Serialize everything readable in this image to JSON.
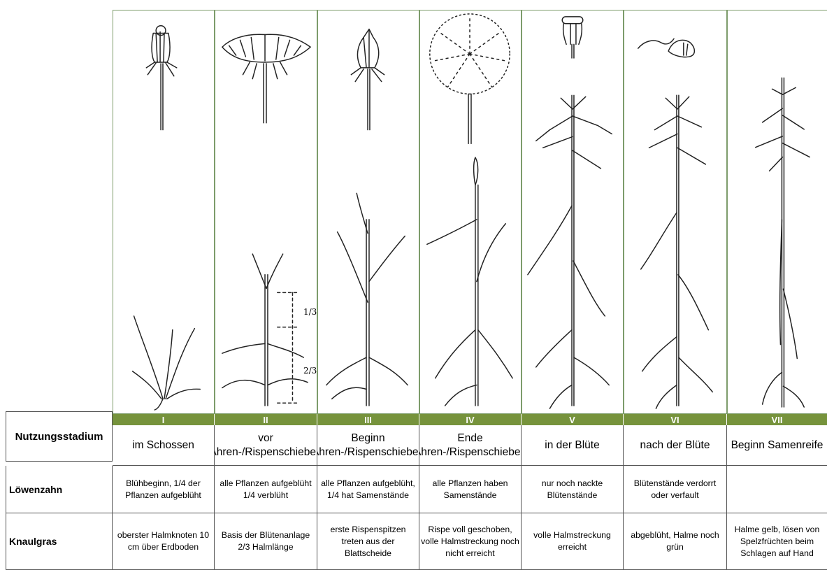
{
  "table": {
    "row_labels": {
      "stage": "Nutzungsstadium",
      "dandelion": "Löwenzahn",
      "orchard_grass": "Knaulgras"
    },
    "stages": [
      {
        "numeral": "I",
        "name": "im Schossen",
        "dandelion": "Blühbeginn, 1/4 der Pflanzen aufgeblüht",
        "orchard_grass": "oberster Halmknoten 10 cm über Erdboden"
      },
      {
        "numeral": "II",
        "name": "vor Ähren-/Rispenschieben",
        "dandelion": "alle Pflanzen aufgeblüht 1/4 verblüht",
        "orchard_grass": "Basis der Blütenanlage 2/3 Halmlänge"
      },
      {
        "numeral": "III",
        "name": "Beginn Ähren-/Rispenschieben",
        "dandelion": "alle Pflanzen aufgeblüht, 1/4 hat Samenstände",
        "orchard_grass": "erste Rispenspitzen treten aus der Blattscheide"
      },
      {
        "numeral": "IV",
        "name": "Ende Ähren-/Rispenschieben",
        "dandelion": "alle Pflanzen haben Samenstände",
        "orchard_grass": "Rispe voll geschoben, volle Halmstreckung noch nicht erreicht"
      },
      {
        "numeral": "V",
        "name": "in der Blüte",
        "dandelion": "nur noch nackte Blütenstände",
        "orchard_grass": "volle Halmstreckung erreicht"
      },
      {
        "numeral": "VI",
        "name": "nach der Blüte",
        "dandelion": "Blütenstände verdorrt oder verfault",
        "orchard_grass": "abgeblüht, Halme noch grün"
      },
      {
        "numeral": "VII",
        "name": "Beginn Samenreife",
        "dandelion": "",
        "orchard_grass": "Halme gelb, lösen von Spelzfrüchten beim Schlagen auf Hand"
      }
    ]
  },
  "illustration_labels": {
    "one_third": "1/3",
    "two_thirds": "2/3"
  },
  "colors": {
    "header_green": "#76933c",
    "plate_border": "#7d9c6b"
  }
}
